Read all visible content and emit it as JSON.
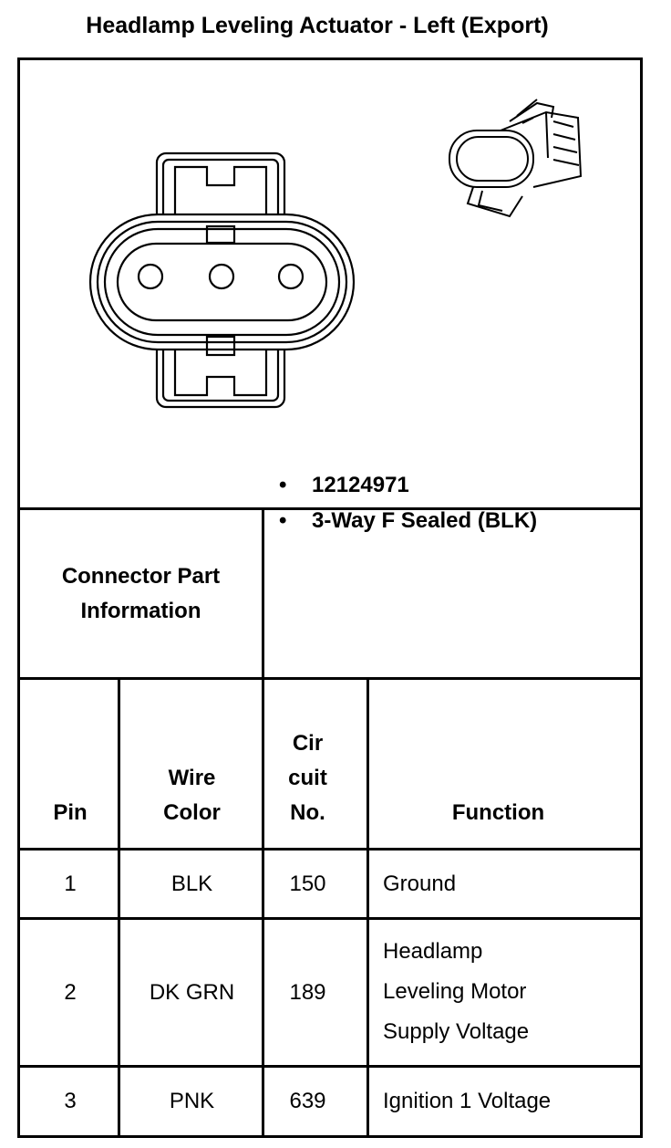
{
  "title": "Headlamp Leveling Actuator - Left (Export)",
  "connector_info": {
    "label_line1": "Connector Part",
    "label_line2": "Information",
    "bullets": [
      "12124971",
      "3-Way F Sealed (BLK)"
    ],
    "bullet_symbol": "•"
  },
  "table": {
    "headers": {
      "pin": "Pin",
      "wire_color_1": "Wire",
      "wire_color_2": "Color",
      "circuit_1": "Cir",
      "circuit_2": "cuit",
      "circuit_3": "No.",
      "function": "Function"
    },
    "rows": [
      {
        "pin": "1",
        "wire_color": "BLK",
        "circuit": "150",
        "function": [
          "Ground"
        ]
      },
      {
        "pin": "2",
        "wire_color": "DK GRN",
        "circuit": "189",
        "function": [
          "Headlamp",
          "Leveling Motor",
          "Supply Voltage"
        ]
      },
      {
        "pin": "3",
        "wire_color": "PNK",
        "circuit": "639",
        "function": [
          "Ignition 1 Voltage"
        ]
      }
    ]
  }
}
